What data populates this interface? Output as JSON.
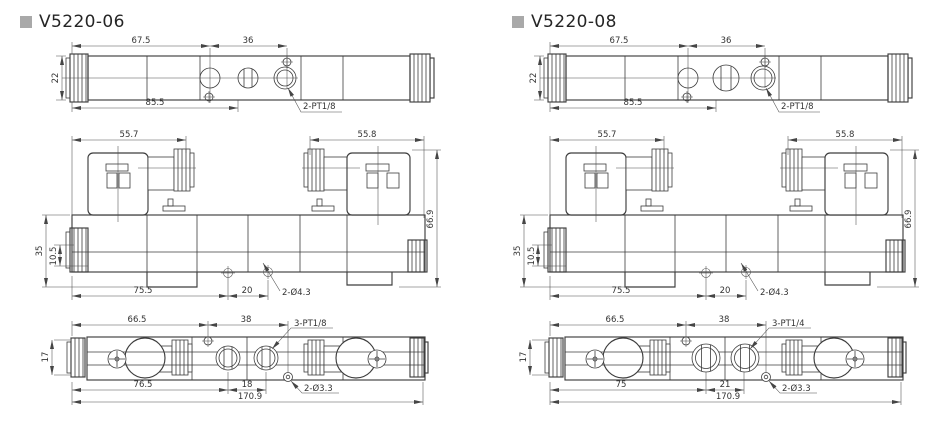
{
  "style": {
    "background": "#ffffff",
    "line_color": "#3d3d3d",
    "dim_color": "#4c4c4c",
    "text_color": "#333333",
    "title_color": "#252525",
    "bullet_color": "#a9a9a9"
  },
  "panels": [
    {
      "title": "V5220-06",
      "top_view": {
        "width_upper": "67.5",
        "width_ports": "36",
        "height": "22",
        "width_lower": "85.5",
        "port_callout": "2-PT1/8"
      },
      "front_view": {
        "solenoid_left_width": "55.7",
        "solenoid_right_width": "55.8",
        "total_height": "66.9",
        "body_height": "35",
        "base_height": "10.5",
        "mount_span": "75.5",
        "mount_pitch": "20",
        "mount_hole_callout": "2-Ø4.3"
      },
      "bottom_view": {
        "left_span": "66.5",
        "port_span": "38",
        "port_callout": "3-PT1/8",
        "height": "17",
        "span_a": "76.5",
        "span_b": "18",
        "total_length": "170.9",
        "hole_callout": "2-Ø3.3"
      }
    },
    {
      "title": "V5220-08",
      "top_view": {
        "width_upper": "67.5",
        "width_ports": "36",
        "height": "22",
        "width_lower": "85.5",
        "port_callout": "2-PT1/8"
      },
      "front_view": {
        "solenoid_left_width": "55.7",
        "solenoid_right_width": "55.8",
        "total_height": "66.9",
        "body_height": "35",
        "base_height": "10.5",
        "mount_span": "75.5",
        "mount_pitch": "20",
        "mount_hole_callout": "2-Ø4.3"
      },
      "bottom_view": {
        "left_span": "66.5",
        "port_span": "38",
        "port_callout": "3-PT1/4",
        "height": "17",
        "span_a": "75",
        "span_b": "21",
        "total_length": "170.9",
        "hole_callout": "2-Ø3.3"
      }
    }
  ]
}
